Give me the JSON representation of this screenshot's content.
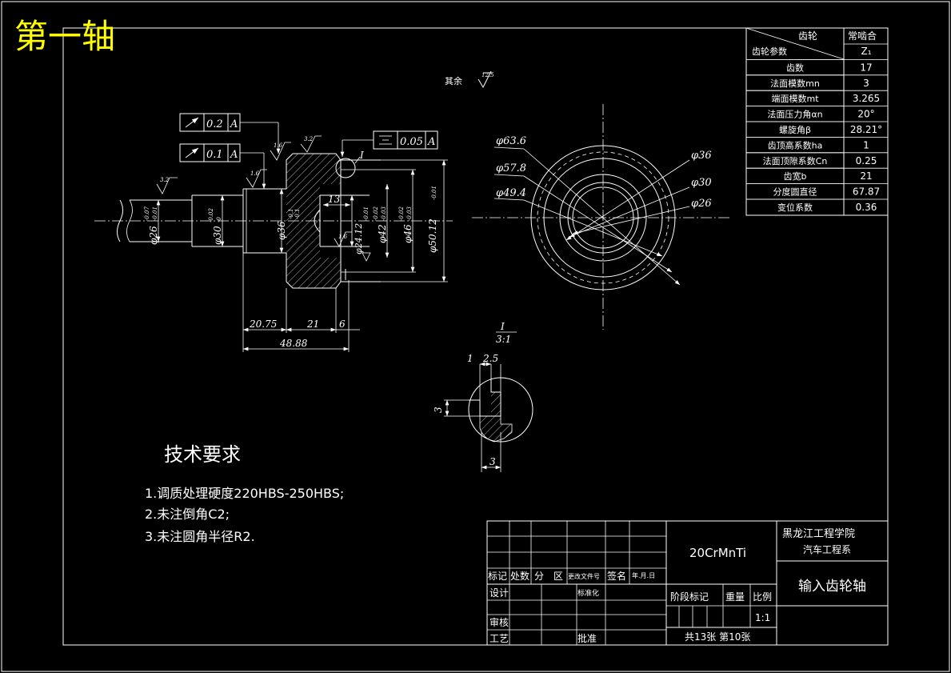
{
  "title": "第一轴",
  "colors": {
    "background": "#000000",
    "lines": "#ffffff",
    "title": "#ffff00"
  },
  "roughness": {
    "other_label": "其余",
    "other_value": "12.5",
    "r1": "1.6",
    "r2": "3.2",
    "r3": "1.6",
    "r4": "3.2",
    "r5": "1.6"
  },
  "tolerance_frames": [
    {
      "symbol": "runout",
      "value": "0.2",
      "datum": "A"
    },
    {
      "symbol": "runout",
      "value": "0.1",
      "datum": "A"
    },
    {
      "symbol": "symmetry",
      "value": "0.05",
      "datum": "A"
    }
  ],
  "detail_marker": "I",
  "detail_view": {
    "label": "I",
    "scale": "3:1",
    "dims": {
      "d1": "1",
      "d2": "2.5",
      "d3": "3",
      "d4": "3"
    }
  },
  "front_view": {
    "dia1": "φ26",
    "dia1_tol_upper": "-0.07",
    "dia1_tol_lower": "-0.01",
    "dia2": "φ30",
    "dia2_tol_upper": "-0.02",
    "dia2_tol_lower": "-0",
    "dia3": "φ36",
    "dia3_tol_upper": "-0.1",
    "dia3_tol_lower": "-0.1",
    "dia4": "φ24.12",
    "dia4_tol": "-0.01",
    "dia5": "φ42",
    "dia5_tol_upper": "-0.02",
    "dia5_tol_lower": "-0.03",
    "dia6": "φ46",
    "dia6_tol_upper": "-0.02",
    "dia6_tol_lower": "-0.03",
    "dia7": "φ50.12",
    "dia7_tol": "-0.01",
    "len_small": "13",
    "len1": "20.75",
    "len2": "21",
    "len3": "6",
    "len_total": "48.88"
  },
  "side_view": {
    "d1": "φ63.6",
    "d2": "φ57.8",
    "d3": "φ49.4",
    "d4": "φ36",
    "d5": "φ30",
    "d6": "φ26"
  },
  "gear_table": {
    "header": [
      "齿轮",
      "常啮合"
    ],
    "rows": [
      [
        "齿轮参数",
        "Z₁"
      ],
      [
        "齿数",
        "17"
      ],
      [
        "法面模数mn",
        "3"
      ],
      [
        "端面模数mt",
        "3.265"
      ],
      [
        "法面压力角αn",
        "20°"
      ],
      [
        "螺旋角β",
        "28.21°"
      ],
      [
        "齿顶高系数ha",
        "1"
      ],
      [
        "法面顶隙系数Cn",
        "0.25"
      ],
      [
        "齿宽b",
        "21"
      ],
      [
        "分度圆直径",
        "67.87"
      ],
      [
        "变位系数",
        "0.36"
      ]
    ]
  },
  "tech_requirements": {
    "heading": "技术要求",
    "items": [
      "1.调质处理硬度220HBS-250HBS;",
      "2.未注倒角C2;",
      "3.未注圆角半径R2."
    ]
  },
  "title_block": {
    "material": "20CrMnTi",
    "school": "黑龙江工程学院",
    "department": "汽车工程系",
    "part_name": "输入齿轮轴",
    "label_marks": "标记",
    "label_count": "处数",
    "label_zone": "分　区",
    "label_doc": "更改文件号",
    "label_sign": "签名",
    "label_date": "年.月.日",
    "label_design": "设计",
    "label_standard": "标准化",
    "label_review": "审核",
    "label_process": "工艺",
    "label_approve": "批准",
    "label_stage": "阶段标记",
    "label_weight": "重量",
    "label_ratio": "比例",
    "ratio": "1:1",
    "sheets": "共13张 第10张"
  }
}
